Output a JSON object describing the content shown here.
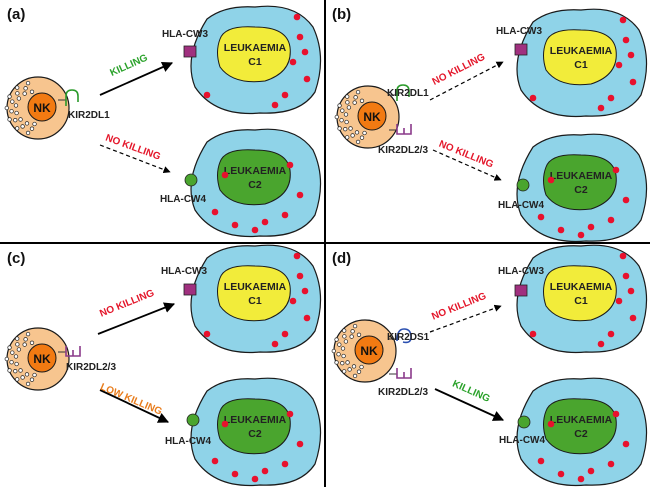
{
  "panels": [
    {
      "id": "a",
      "panel_label": "(a)",
      "nk_label": "NK",
      "receptors": [
        {
          "label": "KIR2DL1",
          "shape": "hook",
          "color": "#2a9a2a"
        }
      ],
      "targets": [
        {
          "hla_label": "HLA-CW3",
          "hla_shape": "square",
          "hla_color": "#a0307f",
          "cell_label_1": "LEUKAEMIA",
          "cell_label_2": "C1",
          "nucleus_color": "#f2ec3a"
        },
        {
          "hla_label": "HLA-CW4",
          "hla_shape": "circle",
          "hla_color": "#4aa52e",
          "cell_label_1": "LEUKAEMIA",
          "cell_label_2": "C2",
          "nucleus_color": "#4aa52e"
        }
      ],
      "arrows": [
        {
          "label": "KILLING",
          "color": "#2aa22a",
          "style": "solid"
        },
        {
          "label": "NO KILLING",
          "color": "#e4162a",
          "style": "dashed"
        }
      ]
    },
    {
      "id": "b",
      "panel_label": "(b)",
      "nk_label": "NK",
      "receptors": [
        {
          "label": "KIR2DL1",
          "shape": "hook",
          "color": "#2a9a2a"
        },
        {
          "label": "KIR2DL2/3",
          "shape": "fork",
          "color": "#8a3a8a"
        }
      ],
      "targets": [
        {
          "hla_label": "HLA-CW3",
          "hla_shape": "square",
          "hla_color": "#a0307f",
          "cell_label_1": "LEUKAEMIA",
          "cell_label_2": "C1",
          "nucleus_color": "#f2ec3a"
        },
        {
          "hla_label": "HLA-CW4",
          "hla_shape": "circle",
          "hla_color": "#4aa52e",
          "cell_label_1": "LEUKAEMIA",
          "cell_label_2": "C2",
          "nucleus_color": "#4aa52e"
        }
      ],
      "arrows": [
        {
          "label": "NO KILLING",
          "color": "#e4162a",
          "style": "dashed"
        },
        {
          "label": "NO KILLING",
          "color": "#e4162a",
          "style": "dashed"
        }
      ]
    },
    {
      "id": "c",
      "panel_label": "(c)",
      "nk_label": "NK",
      "receptors": [
        {
          "label": "KIR2DL2/3",
          "shape": "fork",
          "color": "#8a3a8a"
        }
      ],
      "targets": [
        {
          "hla_label": "HLA-CW3",
          "hla_shape": "square",
          "hla_color": "#a0307f",
          "cell_label_1": "LEUKAEMIA",
          "cell_label_2": "C1",
          "nucleus_color": "#f2ec3a"
        },
        {
          "hla_label": "HLA-CW4",
          "hla_shape": "circle",
          "hla_color": "#4aa52e",
          "cell_label_1": "LEUKAEMIA",
          "cell_label_2": "C2",
          "nucleus_color": "#4aa52e"
        }
      ],
      "arrows": [
        {
          "label": "NO KILLING",
          "color": "#e4162a",
          "style": "solid"
        },
        {
          "label": "LOW KILLING",
          "color": "#e87d1e",
          "style": "solid"
        }
      ]
    },
    {
      "id": "d",
      "panel_label": "(d)",
      "nk_label": "NK",
      "receptors": [
        {
          "label": "KIR2DS1",
          "shape": "loop",
          "color": "#2a4fb0"
        },
        {
          "label": "KIR2DL2/3",
          "shape": "fork",
          "color": "#8a3a8a"
        }
      ],
      "targets": [
        {
          "hla_label": "HLA-CW3",
          "hla_shape": "square",
          "hla_color": "#a0307f",
          "cell_label_1": "LEUKAEMIA",
          "cell_label_2": "C1",
          "nucleus_color": "#f2ec3a"
        },
        {
          "hla_label": "HLA-CW4",
          "hla_shape": "circle",
          "hla_color": "#4aa52e",
          "cell_label_1": "LEUKAEMIA",
          "cell_label_2": "C2",
          "nucleus_color": "#4aa52e"
        }
      ],
      "arrows": [
        {
          "label": "NO KILLING",
          "color": "#e4162a",
          "style": "dashed"
        },
        {
          "label": "KILLING",
          "color": "#2aa22a",
          "style": "solid"
        }
      ]
    }
  ],
  "colors": {
    "nk_outer": "#f7c58f",
    "nk_nucleus": "#f27a12",
    "cell_body": "#8fd3e8",
    "granule_dot": "#e8112d",
    "divider": "#000000"
  }
}
